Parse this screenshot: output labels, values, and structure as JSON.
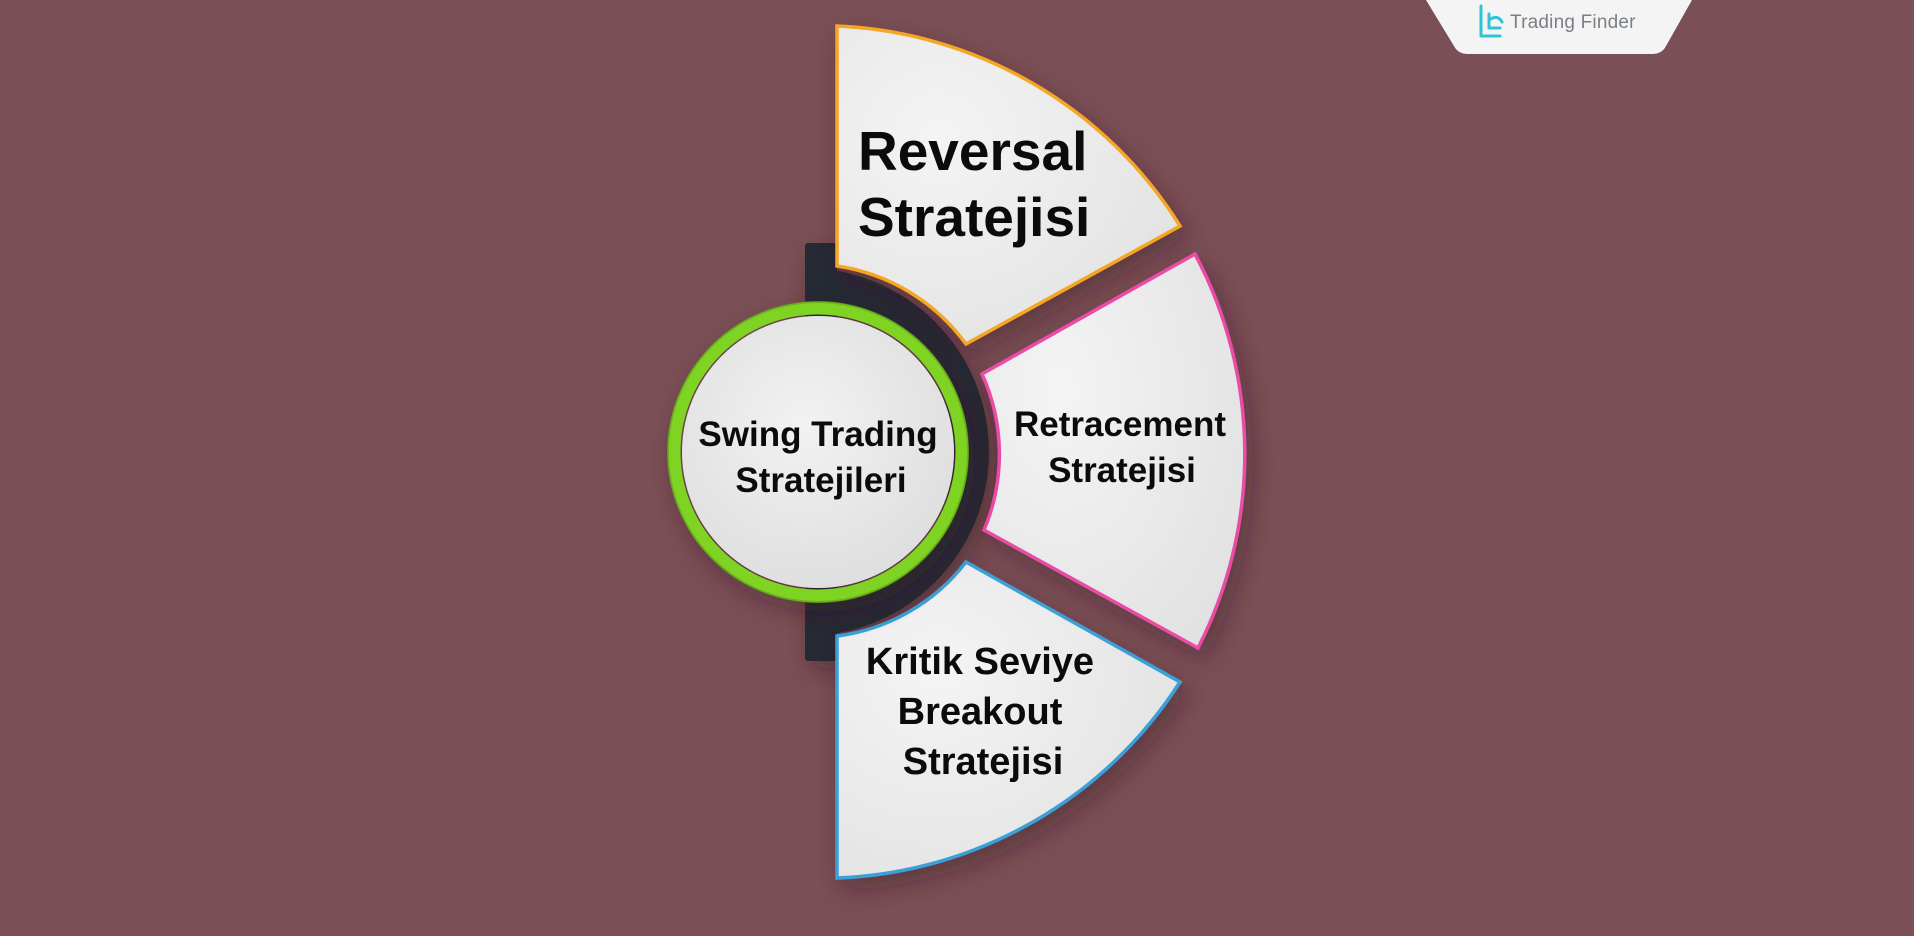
{
  "brand": {
    "name": "Trading Finder",
    "icon": "trading-finder-logo-icon",
    "accent": "#2ec4d6"
  },
  "diagram": {
    "background": "#7a5056",
    "center": {
      "line1": "Swing Trading",
      "line2": "Stratejileri",
      "ring_color": "#7fd321"
    },
    "segments": [
      {
        "id": "reversal",
        "lines": [
          "Reversal",
          "Stratejisi"
        ],
        "border_color": "#f5a623"
      },
      {
        "id": "retracement",
        "lines": [
          "Retracement",
          "Stratejisi"
        ],
        "border_color": "#e94ba6"
      },
      {
        "id": "breakout",
        "lines": [
          "Kritik Seviye",
          "Breakout",
          "Stratejisi"
        ],
        "border_color": "#3aa0d8"
      }
    ]
  }
}
